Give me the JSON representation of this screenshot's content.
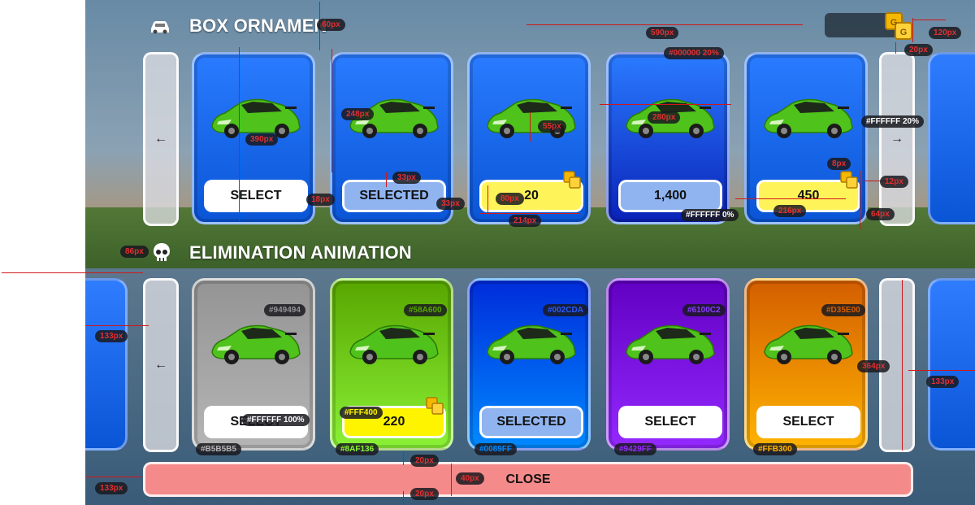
{
  "sections": [
    {
      "title": "BOX ORNAMEN",
      "icon": "car-icon"
    },
    {
      "title": "ELIMINATION ANIMATION",
      "icon": "skull-icon"
    }
  ],
  "arrows": {
    "left": "←",
    "right": "→"
  },
  "row1": [
    {
      "button": "SELECT",
      "bg": "#0a55d6",
      "btn_bg": "#ffffff",
      "coin": false
    },
    {
      "button": "SELECTED",
      "bg": "#0a55d6",
      "btn_bg": "#8fb4f0",
      "coin": false
    },
    {
      "button": "20",
      "bg": "#0a55d6",
      "btn_bg": "#fff35a",
      "coin": true
    },
    {
      "button": "1,400",
      "bg": "#0a22b8",
      "btn_bg": "#8fb4f0",
      "coin": false
    },
    {
      "button": "450",
      "bg": "#0a55d6",
      "btn_bg": "#fff35a",
      "coin": true
    }
  ],
  "row2": [
    {
      "button": "SELECT",
      "bg_top": "#949494",
      "bg_bottom": "#B5B5B5",
      "btn_bg": "#ffffff",
      "coin": false
    },
    {
      "button": "220",
      "bg_top": "#58A600",
      "bg_bottom": "#8AF136",
      "btn_bg": "#FFF400",
      "coin": true
    },
    {
      "button": "SELECTED",
      "bg_top": "#002CDA",
      "bg_bottom": "#0089FF",
      "btn_bg": "#8fb4f0",
      "coin": false
    },
    {
      "button": "SELECT",
      "bg_top": "#6100C2",
      "bg_bottom": "#9429FF",
      "btn_bg": "#ffffff",
      "coin": false
    },
    {
      "button": "SELECT",
      "bg_top": "#D35E00",
      "bg_bottom": "#FFB300",
      "btn_bg": "#ffffff",
      "coin": false
    }
  ],
  "close_label": "CLOSE",
  "annotations": {
    "m60": "60px",
    "m590": "590px",
    "m120": "120px",
    "m20a": "20px",
    "c000": "#000000 20%",
    "m248": "248px",
    "m390": "390px",
    "m55": "55px",
    "m280": "280px",
    "fff20": "#FFFFFF 20%",
    "m33a": "33px",
    "m33b": "33px",
    "m18": "18px",
    "m80": "80px",
    "m214": "214px",
    "m8": "8px",
    "m12": "12px",
    "m216": "216px",
    "fff0": "#FFFFFF 0%",
    "m64": "64px",
    "m86": "86px",
    "c949": "#949494",
    "c58a": "#58A600",
    "c002": "#002CDA",
    "c610": "#6100C2",
    "cd35": "#D35E00",
    "m133a": "133px",
    "m364": "364px",
    "m133b": "133px",
    "fff100": "#FFFFFF 100%",
    "fff400": "#FFF400",
    "cb5b": "#B5B5B5",
    "c8af": "#8AF136",
    "c008": "#0089FF",
    "c942": "#9429FF",
    "cffb": "#FFB300",
    "m20b": "20px",
    "m40": "40px",
    "m133c": "133px",
    "m20c": "20px"
  }
}
